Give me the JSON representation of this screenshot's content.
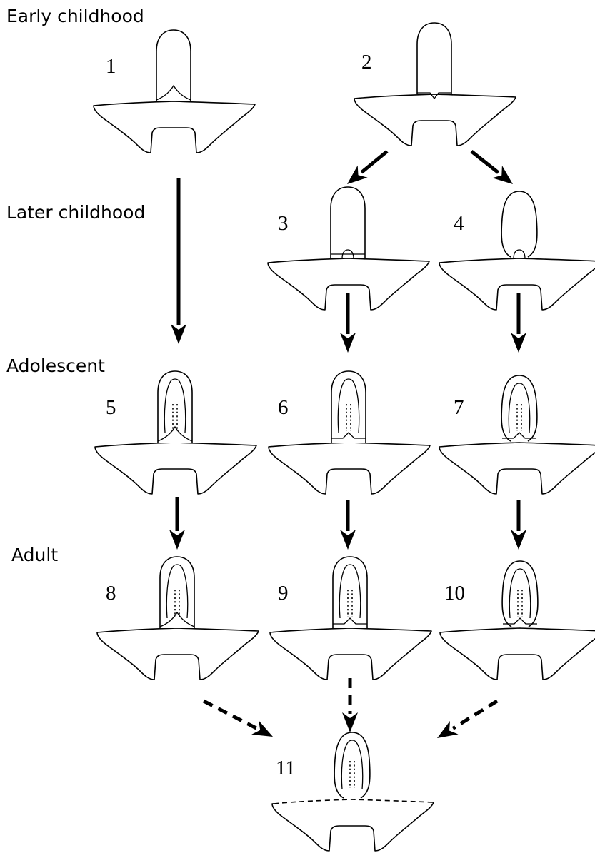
{
  "stage_labels": {
    "early": "Early childhood",
    "later": "Later childhood",
    "adolescent": "Adolescent",
    "adult": "Adult"
  },
  "specimens": [
    {
      "id": 1,
      "label": "1",
      "arch": "wide",
      "junction": "spike",
      "fusion_lines": false,
      "dashed_wing": false
    },
    {
      "id": 2,
      "label": "2",
      "arch": "wide",
      "junction": "notch",
      "fusion_lines": false,
      "dashed_wing": false
    },
    {
      "id": 3,
      "label": "3",
      "arch": "wide",
      "junction": "nub",
      "fusion_lines": false,
      "dashed_wing": false
    },
    {
      "id": 4,
      "label": "4",
      "arch": "narrow",
      "junction": "nub",
      "fusion_lines": false,
      "dashed_wing": false
    },
    {
      "id": 5,
      "label": "5",
      "arch": "wide",
      "junction": "spike",
      "fusion_lines": true,
      "dashed_wing": false
    },
    {
      "id": 6,
      "label": "6",
      "arch": "wide",
      "junction": "flat",
      "fusion_lines": true,
      "dashed_wing": false
    },
    {
      "id": 7,
      "label": "7",
      "arch": "narrow",
      "junction": "flat",
      "fusion_lines": true,
      "dashed_wing": false
    },
    {
      "id": 8,
      "label": "8",
      "arch": "wide",
      "junction": "spike",
      "fusion_lines": true,
      "dashed_wing": false
    },
    {
      "id": 9,
      "label": "9",
      "arch": "wide",
      "junction": "flat",
      "fusion_lines": true,
      "dashed_wing": false
    },
    {
      "id": 10,
      "label": "10",
      "arch": "narrow",
      "junction": "flat",
      "fusion_lines": true,
      "dashed_wing": false
    },
    {
      "id": 11,
      "label": "11",
      "arch": "narrow",
      "junction": "none",
      "fusion_lines": true,
      "dashed_wing": true
    }
  ],
  "connections": [
    {
      "from": 1,
      "to": 5,
      "style": "solid"
    },
    {
      "from": 2,
      "to": 3,
      "style": "solid"
    },
    {
      "from": 2,
      "to": 4,
      "style": "solid"
    },
    {
      "from": 3,
      "to": 6,
      "style": "solid"
    },
    {
      "from": 4,
      "to": 7,
      "style": "solid"
    },
    {
      "from": 5,
      "to": 8,
      "style": "solid"
    },
    {
      "from": 6,
      "to": 9,
      "style": "solid"
    },
    {
      "from": 7,
      "to": 10,
      "style": "solid"
    },
    {
      "from": 8,
      "to": 11,
      "style": "dashed"
    },
    {
      "from": 9,
      "to": 11,
      "style": "dashed"
    },
    {
      "from": 10,
      "to": 11,
      "style": "dashed"
    }
  ]
}
